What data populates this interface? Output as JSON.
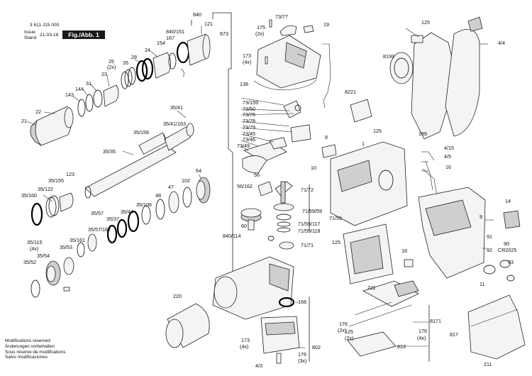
{
  "header": {
    "doc_number": "3 611 J15 000",
    "issue_label": "Issue",
    "stand_label": "Stand",
    "issue_date": "21-03-18",
    "figure_label": "Fig./Abb. 1"
  },
  "notes": [
    "Modifications reserved",
    "Änderungen vorbehalten",
    "Sous réserve de modifications",
    "Salvo modificaciones"
  ],
  "parts": {
    "p840": "840",
    "p121": "121",
    "p873": "873",
    "p840_151": "840/151",
    "p167": "167",
    "p154": "154",
    "p24": "24",
    "p28": "28",
    "p26": "26",
    "p25": "25",
    "p2x": "(2x)",
    "p23": "23",
    "p31": "31",
    "p144": "144",
    "p143": "143",
    "p22": "22",
    "p21": "21",
    "p35_41": "35/41",
    "p35_41_163": "35/41/163",
    "p35_156": "35/156",
    "p35_35": "35/35",
    "p123": "123",
    "p35_155": "35/155",
    "p35_122": "35/122",
    "p35_160": "35/160",
    "p64": "64",
    "p102": "102",
    "p47": "47",
    "p48": "48",
    "p35_106": "35/106",
    "p35_44": "35/44",
    "p35_57": "35/57",
    "p35_57_162": "35/57/162",
    "p35_37": "35/37",
    "p35_161": "35/161",
    "p35_115": "35/115",
    "p4x": "(4x)",
    "p35_54": "35/54",
    "p35_53": "35/53",
    "p35_52": "35/52",
    "p175": "175",
    "p73_77": "73/77",
    "p19": "19",
    "p173": "173",
    "p138": "138",
    "p73_159": "73/159",
    "p73_50": "73/50",
    "p73_76": "73/76",
    "p73_78": "73/78",
    "p73_79": "73/79",
    "p73_45": "73/45",
    "p73_46": "73/46",
    "p73_49": "73/49",
    "p8221": "8221",
    "p56": "56",
    "p56_162": "56/162",
    "p71_72": "71/72",
    "p60": "60",
    "p71_59_59": "71/59/59",
    "p71_59": "71/59",
    "p71_59_117": "71/59/117",
    "p71_59_118": "71/59/118",
    "p840_114": "840/114",
    "p71_71": "71/71",
    "p220": "220",
    "p168": "168",
    "p3x": "(3x)",
    "p802": "802",
    "p176": "176",
    "p4_3": "4/3",
    "p125": "125",
    "p8199": "8199",
    "p4_4": "4/4",
    "p189": "189",
    "p8": "8",
    "p1": "1",
    "p10": "10",
    "p4_15": "4/15",
    "p4_5": "4/5",
    "p16": "16",
    "p14": "14",
    "p9": "9",
    "p91": "91",
    "p92": "92",
    "p90": "90",
    "pCR2025": "CR2025",
    "p93": "93",
    "p18": "18",
    "p11": "11",
    "p211": "211",
    "p8171": "8171",
    "p813": "813",
    "p817": "817"
  }
}
